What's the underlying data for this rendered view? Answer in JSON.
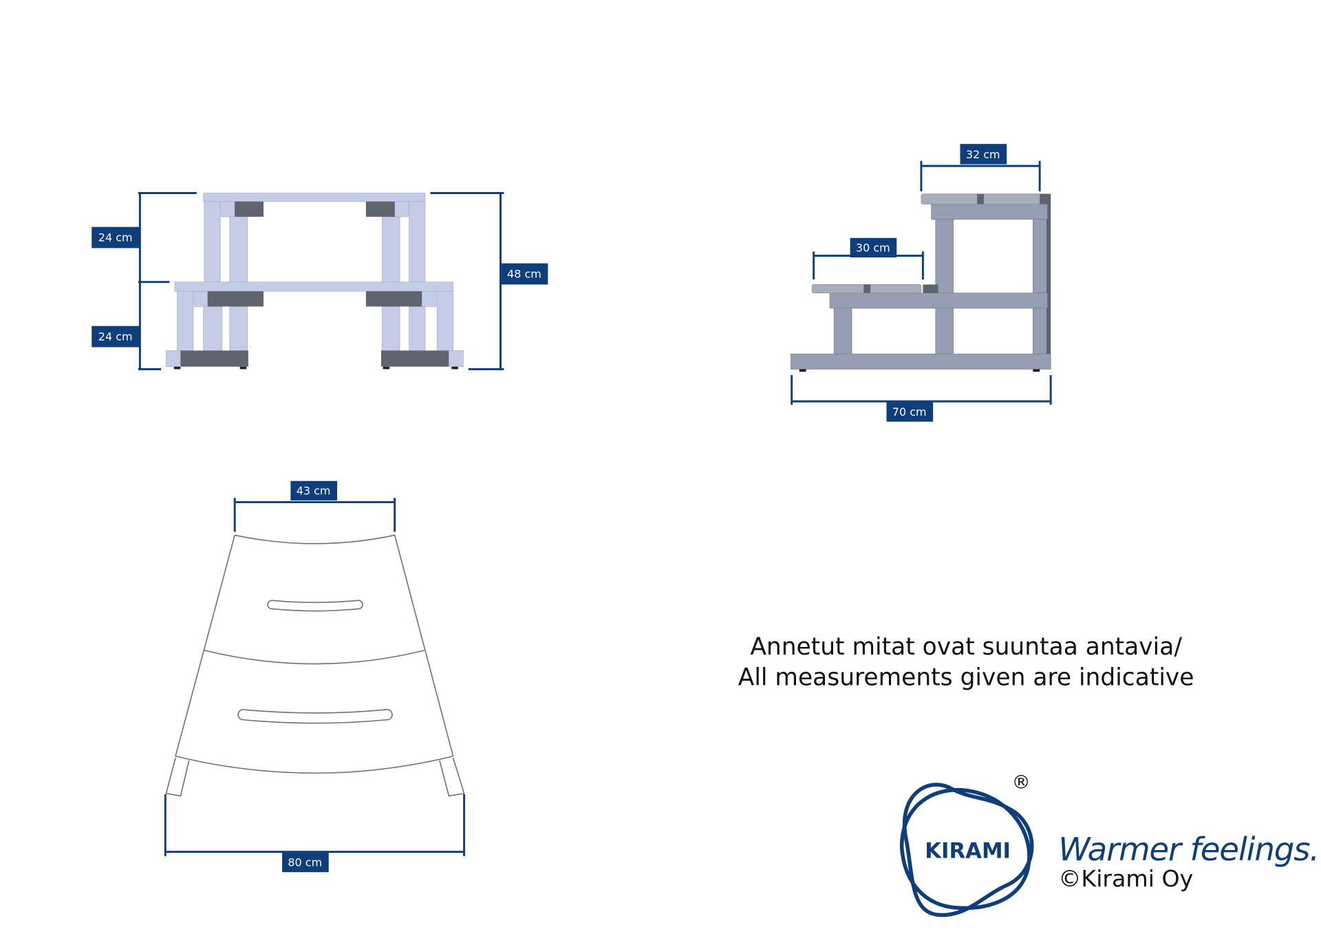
{
  "front_view": {
    "dim_upper": "24 cm",
    "dim_lower": "24 cm",
    "dim_total": "48 cm"
  },
  "side_view": {
    "dim_top_step": "32 cm",
    "dim_lower_step": "30 cm",
    "dim_depth": "70 cm"
  },
  "top_view": {
    "dim_top_width": "43 cm",
    "dim_bottom_width": "80 cm"
  },
  "note": {
    "line1": "Annetut mitat ovat suuntaa antavia/",
    "line2": "All measurements given are indicative"
  },
  "logo": {
    "brand": "KIRAMI",
    "registered": "®",
    "tagline": "Warmer feelings.",
    "copyright": "©Kirami Oy"
  },
  "colors": {
    "brand_navy": "#0f3e7d",
    "frame_light": "#c5cce8",
    "frame_side": "#969eb3"
  }
}
